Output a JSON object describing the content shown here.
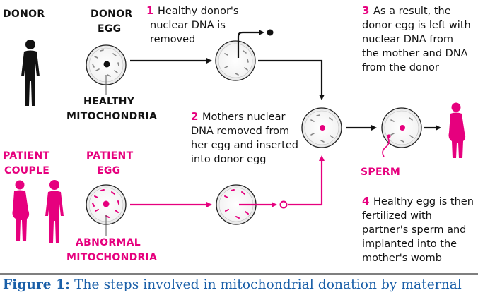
{
  "labels": {
    "donor": "DONOR",
    "donor_egg_l1": "DONOR",
    "donor_egg_l2": "EGG",
    "healthy_l1": "HEALTHY",
    "healthy_l2": "MITOCHONDRIA",
    "patient_l1": "PATIENT",
    "patient_l2": "COUPLE",
    "patient_egg_l1": "PATIENT",
    "patient_egg_l2": "EGG",
    "abnormal_l1": "ABNORMAL",
    "abnormal_l2": "MITOCHONDRIA",
    "sperm": "SPERM"
  },
  "steps": [
    {
      "number": "1",
      "lines": [
        "Healthy donor's",
        "nuclear DNA is",
        "removed"
      ]
    },
    {
      "number": "2",
      "lines": [
        "Mothers nuclear",
        "DNA removed from",
        "her egg and inserted",
        "into donor egg"
      ]
    },
    {
      "number": "3",
      "lines": [
        "As a result, the",
        "donor egg is left with",
        "nuclear DNA from",
        "the mother and DNA",
        "from the donor"
      ]
    },
    {
      "number": "4",
      "lines": [
        "Healthy egg is then",
        "fertilized with",
        "partner's sperm and",
        "implanted into the",
        "mother's womb"
      ]
    }
  ],
  "caption": {
    "prefix": "Figure 1:",
    "text": " The steps involved in mitochondrial donation by maternal"
  },
  "colors": {
    "accent": "#e6007e",
    "black": "#111111",
    "caption": "#1a5fa8"
  }
}
